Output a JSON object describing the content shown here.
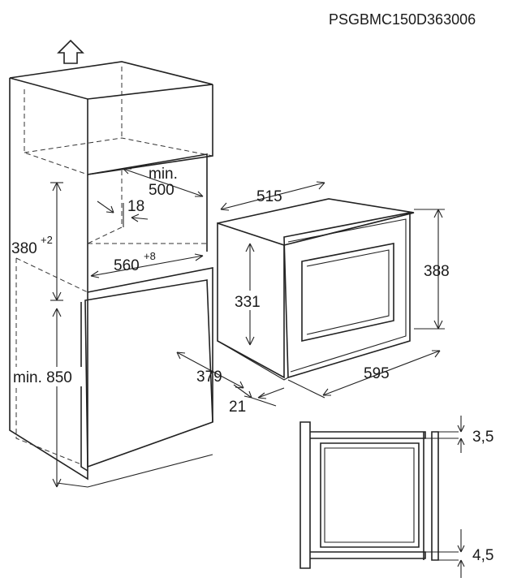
{
  "document": {
    "code": "PSGBMC150D363006"
  },
  "icons": {
    "up_arrow": "up-arrow-outline"
  },
  "dimensions": {
    "min_depth_label": "min.",
    "min_depth_value": "500",
    "gap": "18",
    "niche_height": "380",
    "niche_height_tol": "+2",
    "niche_width": "560",
    "niche_width_tol": "+8",
    "floor_height": "min. 850",
    "oven_depth": "515",
    "oven_height_front": "388",
    "oven_height_body": "331",
    "oven_width": "595",
    "body_depth": "379",
    "front_offset": "21",
    "top_gap": "3,5",
    "bottom_gap": "4,5"
  }
}
